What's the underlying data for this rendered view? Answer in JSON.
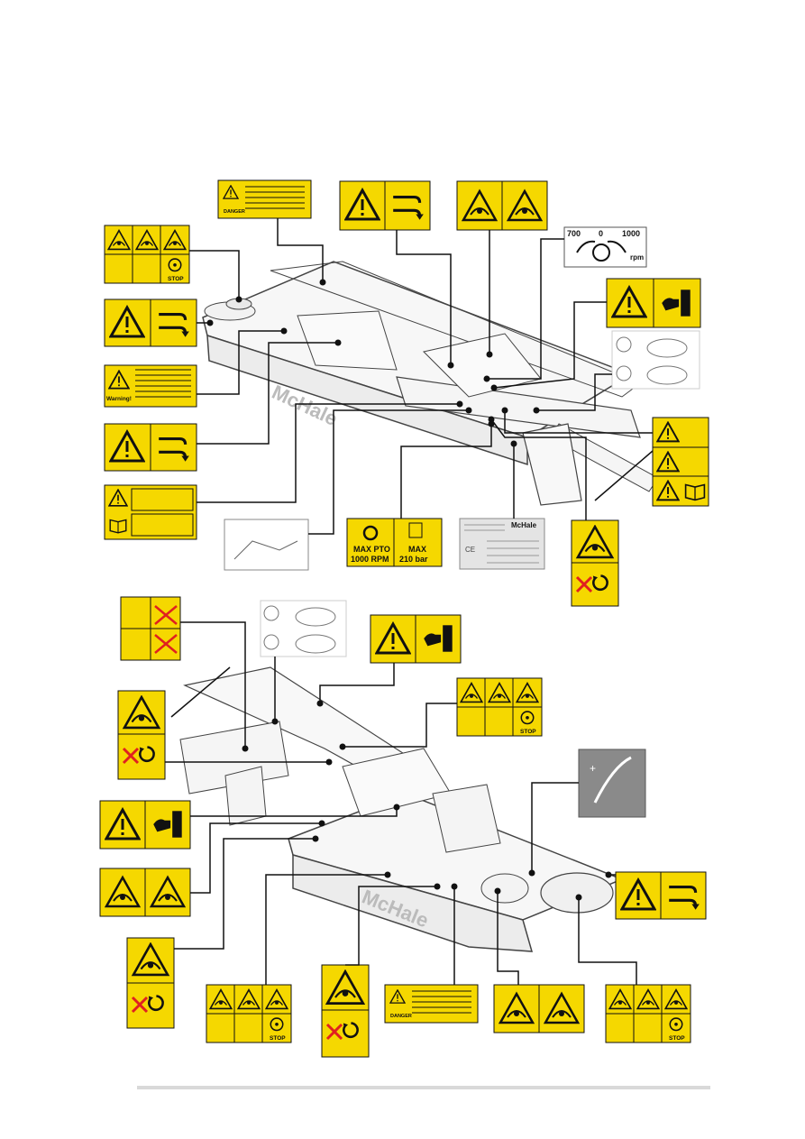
{
  "colors": {
    "decal_yellow": "#f5d800",
    "decal_black": "#111111",
    "machine_line": "#444444",
    "machine_fill": "#f2f2f2",
    "leader": "#111111",
    "plate_grey": "#d8d8d8",
    "dark_decal": "#8a8a8a"
  },
  "decals": {
    "danger_label": "DANGER",
    "warning_label": "Warning!",
    "stop_label": "STOP",
    "max_pto_line1": "MAX PTO",
    "max_pto_line2": "1000 RPM",
    "max_pressure_line1": "MAX",
    "max_pressure_line2": "210 bar",
    "rpm_left": "700",
    "rpm_mid": "0",
    "rpm_right": "1000",
    "rpm_unit": "rpm",
    "brand_plate": "McHale",
    "brand_machine": "McHale",
    "icon_names": [
      "warning-triangle-icon",
      "crush-hand-icon",
      "rotating-blade-icon",
      "stop-icon",
      "manual-book-icon",
      "hydraulic-hose-icon",
      "pto-speed-icon",
      "pressure-gauge-icon",
      "ce-mark-icon"
    ]
  }
}
